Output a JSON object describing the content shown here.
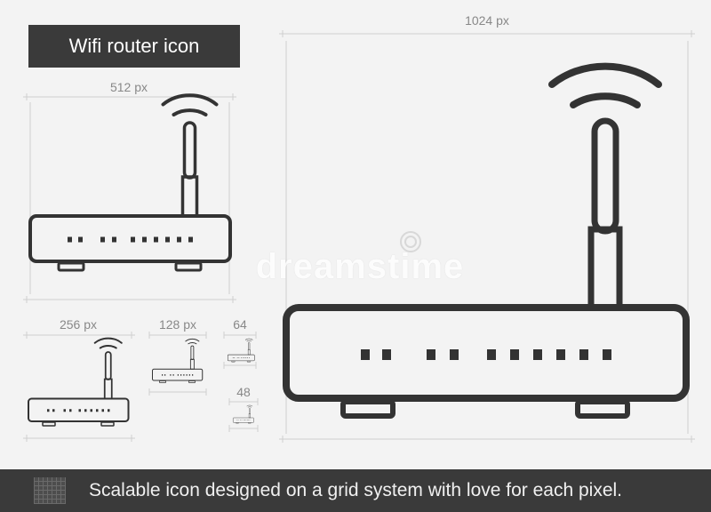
{
  "title": "Wifi router icon",
  "sizes": {
    "s1024": "1024 px",
    "s512": "512 px",
    "s256": "256 px",
    "s128": "128 px",
    "s64": "64",
    "s48": "48"
  },
  "watermark": "dreamstime",
  "footer": {
    "grid_icon": "grid-icon",
    "text": "Scalable icon designed on a grid system with love for each pixel."
  },
  "colors": {
    "background": "#f3f3f3",
    "stroke": "#333333",
    "dark_bar": "#3a3a3a",
    "guide": "#cccccc"
  }
}
